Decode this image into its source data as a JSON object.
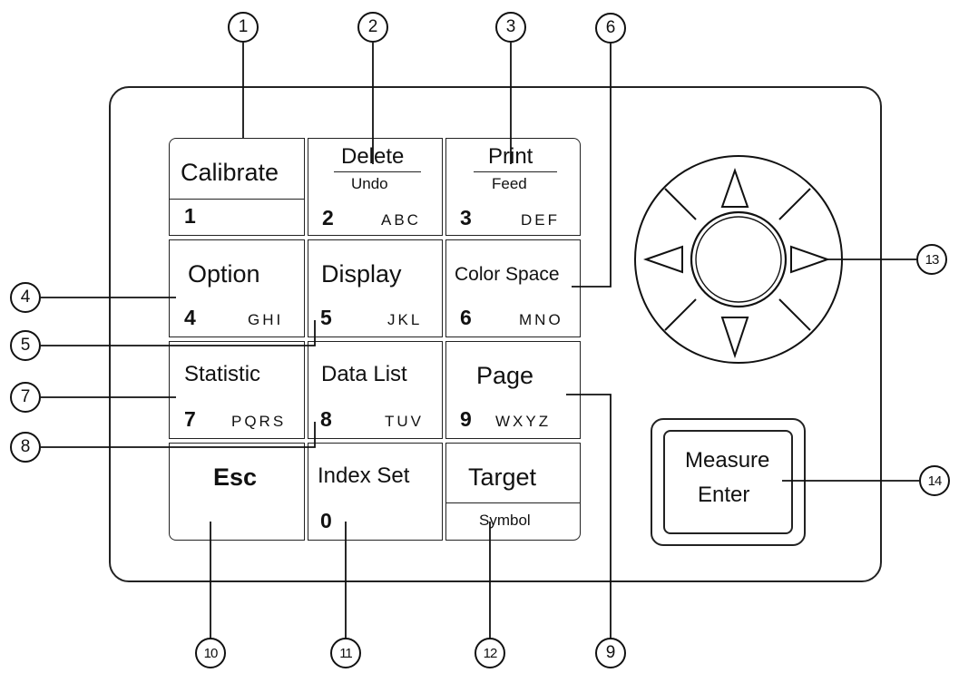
{
  "keys": {
    "k1": {
      "top": "Calibrate",
      "num": "1",
      "letters": ""
    },
    "k2": {
      "top": "Delete",
      "sub": "Undo",
      "num": "2",
      "letters": "ABC"
    },
    "k3": {
      "top": "Print",
      "sub": "Feed",
      "num": "3",
      "letters": "DEF"
    },
    "k4": {
      "top": "Option",
      "num": "4",
      "letters": "GHI"
    },
    "k5": {
      "top": "Display",
      "num": "5",
      "letters": "JKL"
    },
    "k6": {
      "top": "Color Space",
      "num": "6",
      "letters": "MNO"
    },
    "k7": {
      "top": "Statistic",
      "num": "7",
      "letters": "PQRS"
    },
    "k8": {
      "top": "Data List",
      "num": "8",
      "letters": "TUV"
    },
    "k9": {
      "top": "Page",
      "num": "9",
      "letters": "WXYZ"
    },
    "esc": {
      "top": "Esc"
    },
    "k0": {
      "top": "Index Set",
      "num": "0"
    },
    "target": {
      "top": "Target",
      "sub": "Symbol"
    }
  },
  "enter": {
    "line1": "Measure",
    "line2": "Enter"
  },
  "navpad": {
    "arrows": [
      "arrow-up-icon",
      "arrow-down-icon",
      "arrow-left-icon",
      "arrow-right-icon"
    ],
    "center": "circle-icon"
  },
  "callouts": {
    "c1": "1",
    "c2": "2",
    "c3": "3",
    "c4": "4",
    "c5": "5",
    "c6": "6",
    "c7": "7",
    "c8": "8",
    "c9": "9",
    "c10": "10",
    "c11": "11",
    "c12": "12",
    "c13": "13",
    "c14": "14"
  }
}
